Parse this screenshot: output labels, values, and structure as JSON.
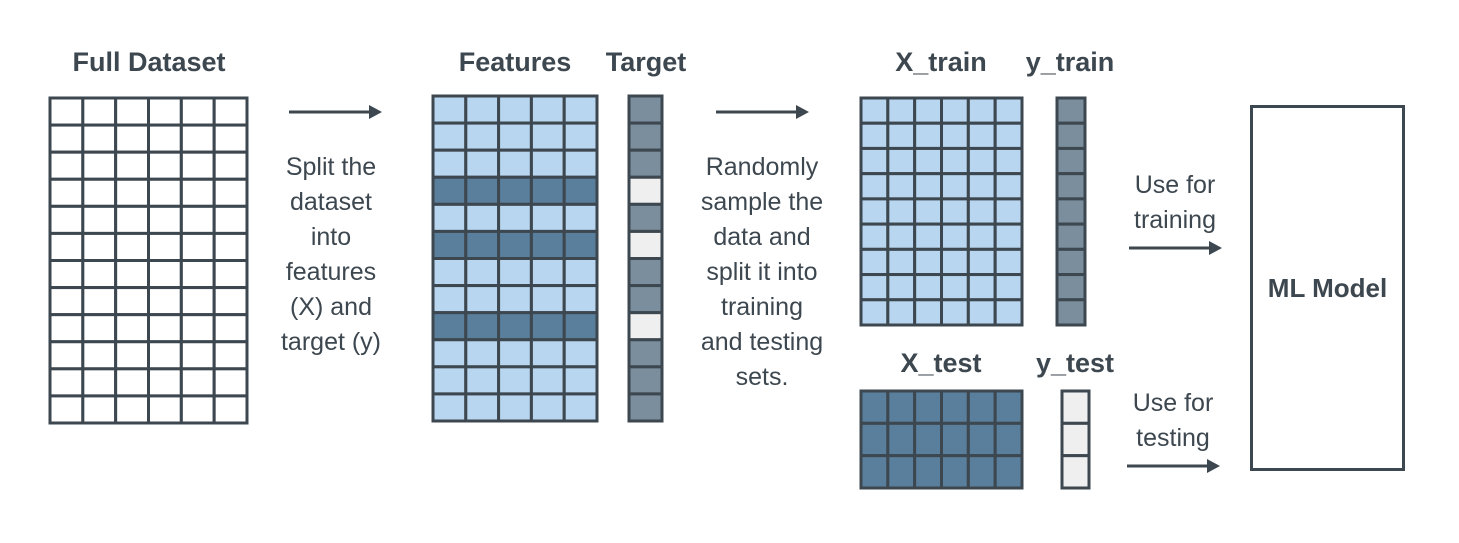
{
  "labels": {
    "full_dataset": "Full Dataset",
    "features": "Features",
    "target": "Target",
    "x_train": "X_train",
    "y_train": "y_train",
    "x_test": "X_test",
    "y_test": "y_test",
    "ml_model": "ML Model"
  },
  "descriptions": {
    "split_features": "Split the\ndataset\ninto\nfeatures\n(X) and\ntarget (y)",
    "random_sample": "Randomly\nsample the\ndata and\nsplit it into\ntraining\nand testing\nsets.",
    "use_training": "Use for\ntraining",
    "use_testing": "Use for\ntesting"
  },
  "grids": {
    "full_dataset": {
      "rows": 12,
      "cols": 6
    },
    "features": {
      "rows": 12,
      "cols": 5,
      "highlight_rows": [
        3,
        5,
        8
      ]
    },
    "target": {
      "rows": 12,
      "cols": 1,
      "light_rows": [
        3,
        5,
        8
      ]
    },
    "x_train": {
      "rows": 9,
      "cols": 6
    },
    "y_train": {
      "rows": 9,
      "cols": 1
    },
    "x_test": {
      "rows": 3,
      "cols": 6
    },
    "y_test": {
      "rows": 3,
      "cols": 1
    }
  },
  "colors": {
    "stroke": "#3d474f",
    "light_blue": "#b8d6ef",
    "dark_blue": "#5a7f9d",
    "slate": "#7a8e9d",
    "pale": "#efefef",
    "white": "#ffffff"
  }
}
